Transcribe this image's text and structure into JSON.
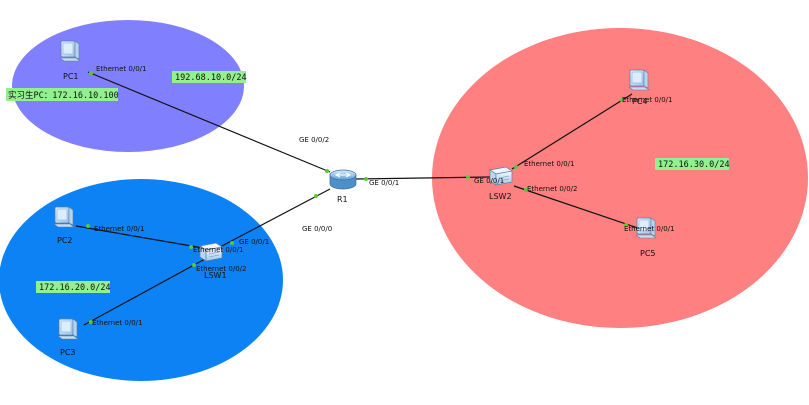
{
  "colors": {
    "zone_pc1": "#8080ff",
    "zone_lsw1": "#0c82f5",
    "zone_lsw2": "#ff8080",
    "tag_bg": "#92f08e",
    "link": "#111111",
    "port_dot": "#55cc33"
  },
  "zones": {
    "pc1": "192.68.10.0/24",
    "lsw1": "172.16.20.0/24",
    "lsw2": "172.16.30.0/24"
  },
  "annotation": "实习生PC：172.16.10.100",
  "devices": {
    "pc1": "PC1",
    "pc2": "PC2",
    "pc3": "PC3",
    "pc4": "PC4",
    "pc5": "PC5",
    "r1": "R1",
    "lsw1": "LSW1",
    "lsw2": "LSW2"
  },
  "ports": {
    "pc1_eth": "Ethernet 0/0/1",
    "r1_ge002": "GE 0/0/2",
    "r1_ge000": "GE 0/0/0",
    "r1_ge001": "GE 0/0/1",
    "lsw2_ge001": "GE 0/0/1",
    "lsw2_eth001": "Ethernet 0/0/1",
    "lsw2_eth002": "Ethernet 0/0/2",
    "pc4_eth": "Ethernet 0/0/1",
    "pc5_eth": "Ethernet 0/0/1",
    "pc2_eth": "Ethernet 0/0/1",
    "lsw1_eth001": "Ethernet 0/0/1",
    "lsw1_ge001": "GE 0/0/1",
    "lsw1_eth002": "Ethernet 0/0/2",
    "pc3_eth": "Ethernet 0/0/1"
  }
}
